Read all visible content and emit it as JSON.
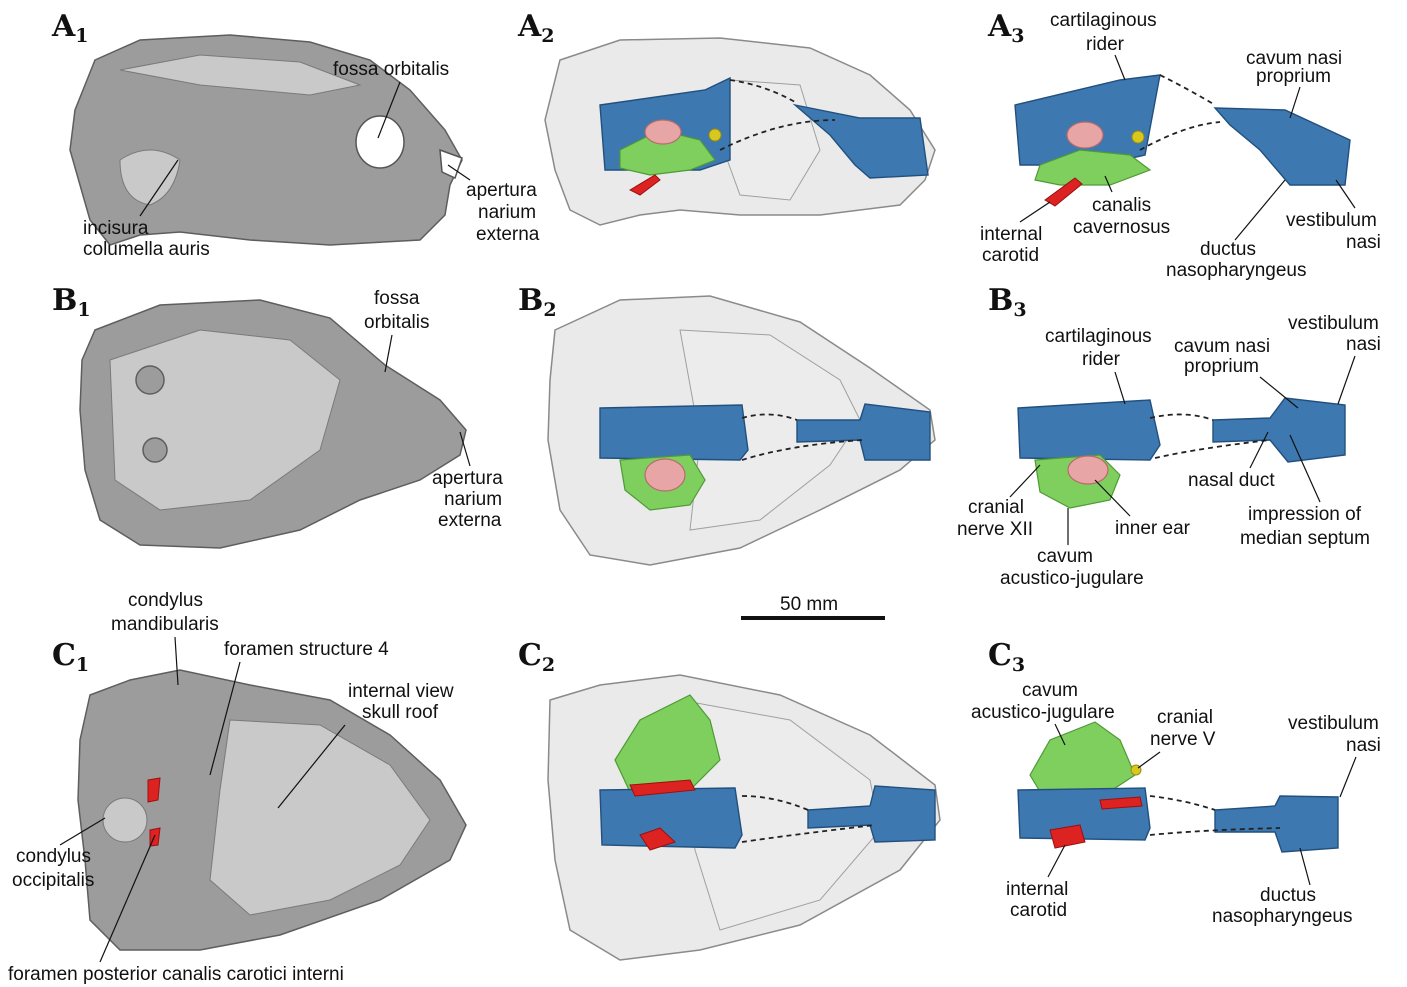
{
  "panels": {
    "A1": {
      "letter": "A",
      "sub": "1",
      "labels": {
        "fossa_orbitalis": "fossa orbitalis",
        "incisura_1": "incisura",
        "incisura_2": "columella auris",
        "apertura_1": "apertura",
        "apertura_2": "narium",
        "apertura_3": "externa"
      }
    },
    "A2": {
      "letter": "A",
      "sub": "2"
    },
    "A3": {
      "letter": "A",
      "sub": "3",
      "labels": {
        "rider_1": "cartilaginous",
        "rider_2": "rider",
        "cavum_1": "cavum nasi",
        "cavum_2": "proprium",
        "carotid_1": "internal",
        "carotid_2": "carotid",
        "canalis_1": "canalis",
        "canalis_2": "cavernosus",
        "vestibulum_1": "vestibulum",
        "vestibulum_2": "nasi",
        "ductus_1": "ductus",
        "ductus_2": "nasopharyngeus"
      }
    },
    "B1": {
      "letter": "B",
      "sub": "1",
      "labels": {
        "fossa_1": "fossa",
        "fossa_2": "orbitalis",
        "apertura_1": "apertura",
        "apertura_2": "narium",
        "apertura_3": "externa"
      }
    },
    "B2": {
      "letter": "B",
      "sub": "2"
    },
    "B3": {
      "letter": "B",
      "sub": "3",
      "labels": {
        "rider_1": "cartilaginous",
        "rider_2": "rider",
        "cavum_1": "cavum nasi",
        "cavum_2": "proprium",
        "vestibulum_1": "vestibulum",
        "vestibulum_2": "nasi",
        "nasal_duct": "nasal duct",
        "nerve_1": "cranial",
        "nerve_2": "nerve XII",
        "inner_ear": "inner ear",
        "impression_1": "impression of",
        "impression_2": "median septum",
        "acustico_1": "cavum",
        "acustico_2": "acustico-jugulare"
      }
    },
    "C1": {
      "letter": "C",
      "sub": "1",
      "labels": {
        "condylus_m_1": "condylus",
        "condylus_m_2": "mandibularis",
        "foramen_4": "foramen structure 4",
        "internal_1": "internal view",
        "internal_2": "skull roof",
        "condylus_o_1": "condylus",
        "condylus_o_2": "occipitalis",
        "foramen_post": "foramen posterior canalis carotici interni"
      }
    },
    "C2": {
      "letter": "C",
      "sub": "2"
    },
    "C3": {
      "letter": "C",
      "sub": "3",
      "labels": {
        "acustico_1": "cavum",
        "acustico_2": "acustico-jugulare",
        "nerve_1": "cranial",
        "nerve_2": "nerve V",
        "vestibulum_1": "vestibulum",
        "vestibulum_2": "nasi",
        "carotid_1": "internal",
        "carotid_2": "carotid",
        "ductus_1": "ductus",
        "ductus_2": "nasopharyngeus"
      }
    }
  },
  "scale_bar": {
    "label": "50 mm"
  },
  "colors": {
    "nasal_cavity": "#3d78b0",
    "cavum_acustico_jugulare": "#7fcf5f",
    "inner_ear": "#e7a5a5",
    "internal_carotid": "#dd2222",
    "nerves": "#d8c81e",
    "skull": "#9c9c9c"
  }
}
